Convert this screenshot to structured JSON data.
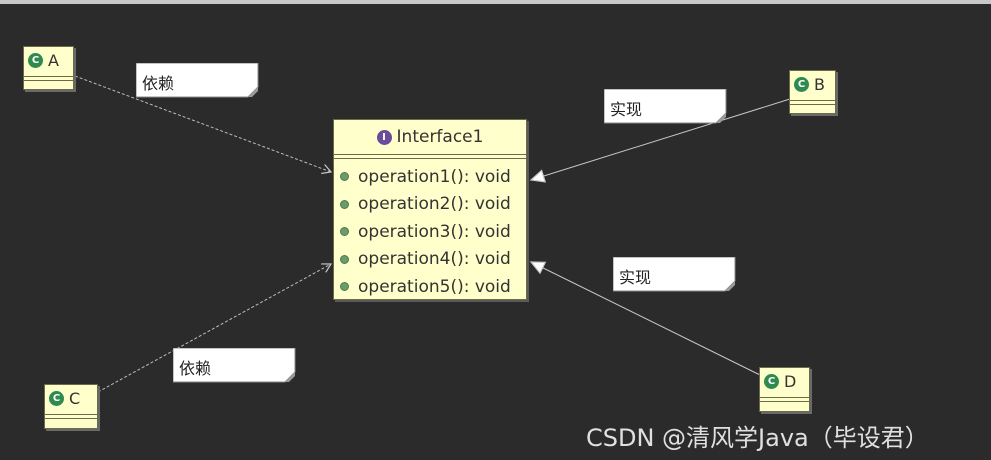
{
  "diagram": {
    "interface": {
      "badge": "I",
      "name": "Interface1",
      "operations": [
        "operation1(): void",
        "operation2(): void",
        "operation3(): void",
        "operation4(): void",
        "operation5(): void"
      ]
    },
    "classes": {
      "a": {
        "badge": "C",
        "name": "A"
      },
      "b": {
        "badge": "C",
        "name": "B"
      },
      "c": {
        "badge": "C",
        "name": "C"
      },
      "d": {
        "badge": "C",
        "name": "D"
      }
    },
    "notes": {
      "dep_a": "依赖",
      "impl_b": "实现",
      "impl_d": "实现",
      "dep_c": "依赖"
    }
  },
  "watermark": "CSDN @清风学Java（毕设君）",
  "colors": {
    "background": "#2b2b2b",
    "box_fill": "#ffffcc",
    "class_badge": "#2f8a4f",
    "interface_badge": "#6b4c9a",
    "connector": "#c8c8c8"
  }
}
